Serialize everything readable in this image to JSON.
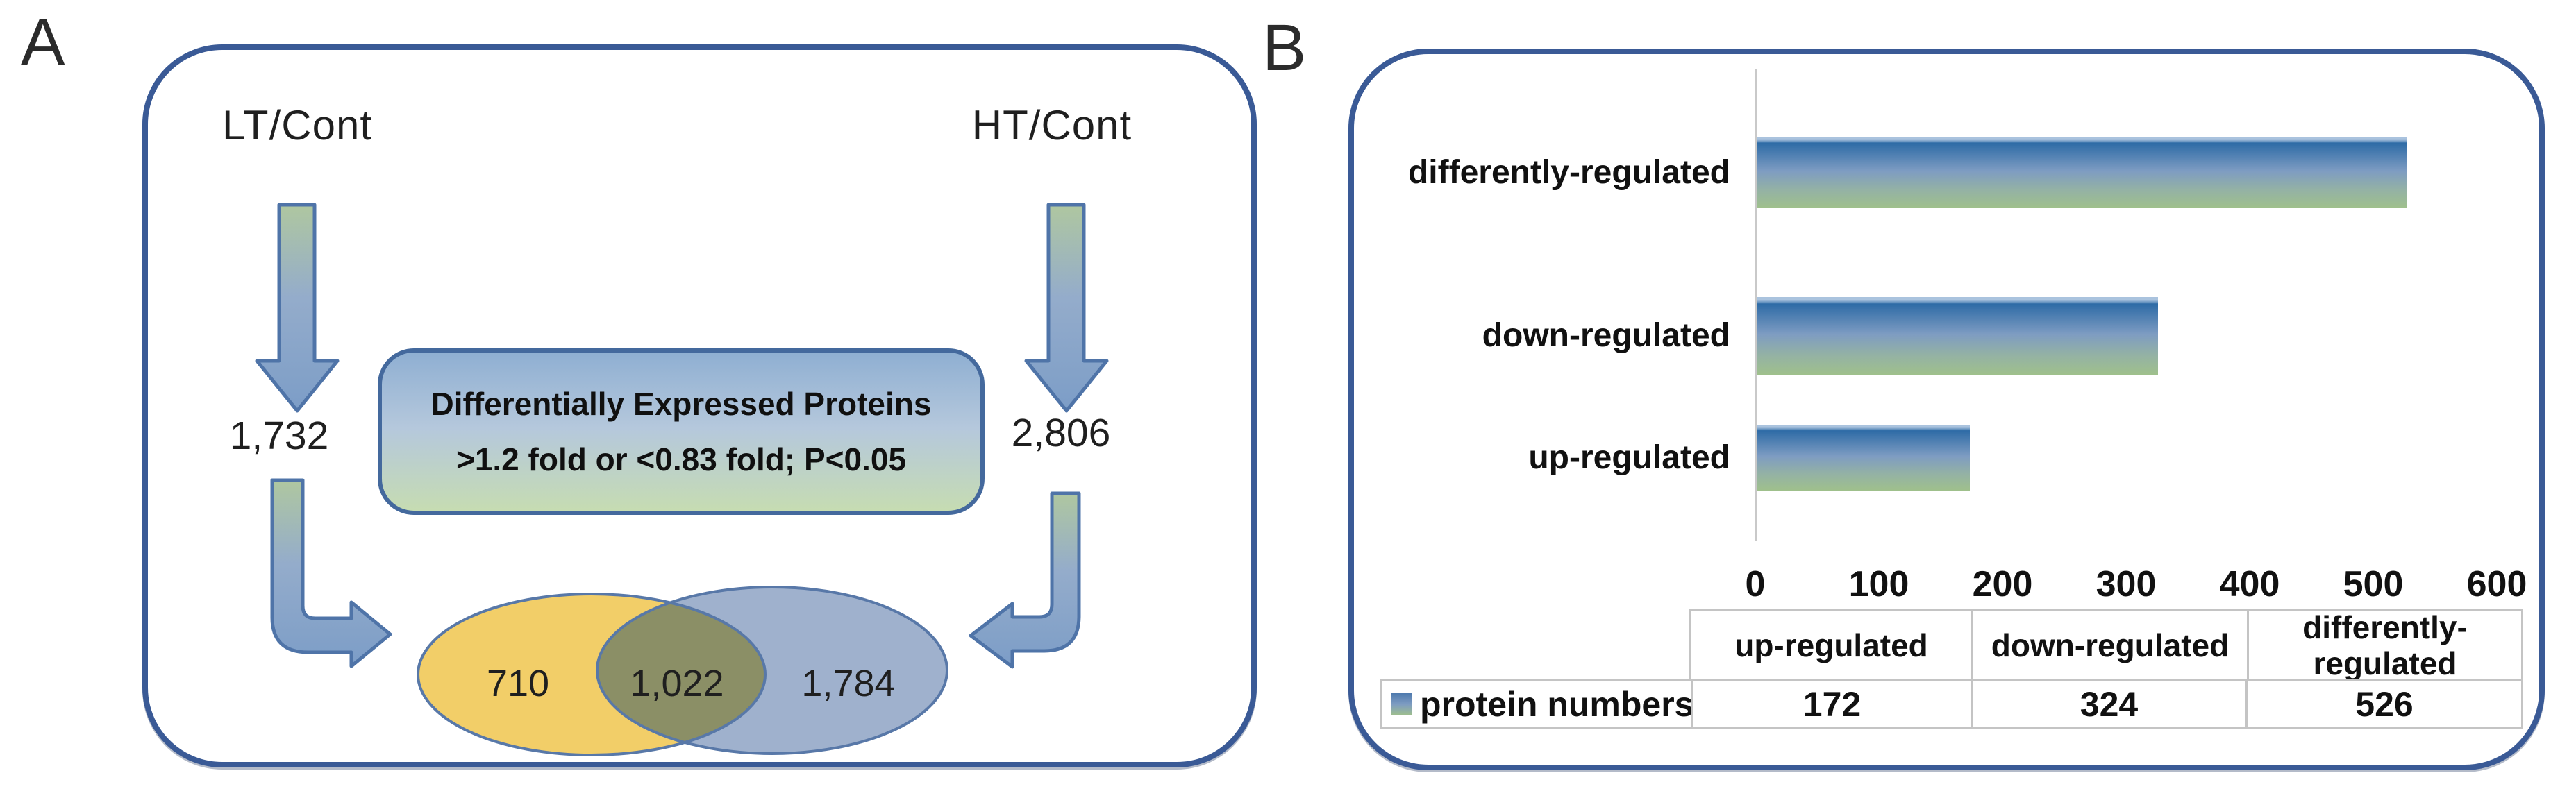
{
  "figure": {
    "panel_a": {
      "label": "A",
      "comparisons": [
        {
          "name": "LT/Cont",
          "protein_count": "1,732"
        },
        {
          "name": "HT/Cont",
          "protein_count": "2,806"
        }
      ],
      "criteria_box": {
        "title": "Differentially Expressed Proteins",
        "criteria": ">1.2 fold or <0.83 fold; P<0.05"
      },
      "venn": {
        "lt_only": "710",
        "shared": "1,022",
        "ht_only": "1,784"
      }
    },
    "panel_b": {
      "label": "B"
    }
  },
  "chart_data": {
    "type": "bar",
    "orientation": "horizontal",
    "title": "",
    "xlabel": "",
    "ylabel": "",
    "categories": [
      "up-regulated",
      "down-regulated",
      "differently-regulated"
    ],
    "series": [
      {
        "name": "protein numbers",
        "values": [
          172,
          324,
          526
        ]
      }
    ],
    "values": [
      172,
      324,
      526
    ],
    "bar_order_top_to_bottom": [
      "differently-regulated",
      "down-regulated",
      "up-regulated"
    ],
    "xlim": [
      0,
      600
    ],
    "x_ticks": [
      0,
      100,
      200,
      300,
      400,
      500,
      600
    ],
    "grid": false,
    "legend_position": "data-table-row-label",
    "data_table": {
      "row_label": "protein numbers",
      "columns": [
        "up-regulated",
        "down-regulated",
        "differently-regulated"
      ],
      "values": [
        172,
        324,
        526
      ]
    }
  },
  "colors": {
    "panel_border": "#3a5a96",
    "criteria_box_border": "#44699d",
    "criteria_box_gradient_top": "#8fafd2",
    "criteria_box_gradient_bottom": "#c6dcb2",
    "arrow_outline": "#4f74a8",
    "arrow_gradient_top": "#afc7a0",
    "arrow_gradient_bottom": "#7c9dc7",
    "venn_left_fill": "#f2ce68",
    "venn_right_fill": "#9fb1cd",
    "venn_overlap_fill": "#8b8f66",
    "venn_outline": "#5878a8",
    "bar_gradient_top": "#2e6ba6",
    "bar_gradient_bottom": "#9fc08c",
    "axis_gray": "#c9c9c9",
    "table_border_gray": "#c4c4c4"
  }
}
